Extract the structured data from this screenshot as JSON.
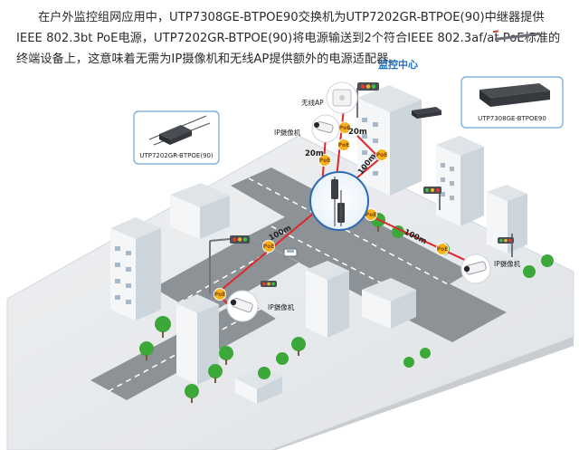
{
  "intro_text": "在户外监控组网应用中，UTP7308GE-BTPOE90交换机为UTP7202GR-BTPOE(90)中继器提供IEEE 802.3bt PoE电源，UTP7202GR-BTPOE(90)将电源输送到2个符合IEEE 802.3af/at PoE标准的终端设备上，这意味着无需为IP摄像机和无线AP提供额外的电源适配器。",
  "labels": {
    "monitoring_center": "监控中心",
    "switch_model": "UTP7308GE-BTPOE90",
    "repeater_model": "UTP7202GR-BTPOE(90)",
    "wireless_ap": "无线AP",
    "ip_camera": "IP摄像机",
    "poe_tag": "PoE"
  },
  "distances": {
    "d_20m_top": "20m",
    "d_20m_left": "20m",
    "d_100m_center": "100m",
    "d_100m_left": "100m",
    "d_100m_right": "100m"
  },
  "colors": {
    "cable": "#e0262a",
    "poe_tag": "#f6b21b",
    "monitoring_center_text": "#1d6fc0",
    "ground": "#e6e8ea",
    "road": "#8d9296",
    "building_face": "#f2f4f5",
    "building_window": "#a7b9c9",
    "tree": "#3da83a",
    "device_callout_border": "#6aa6d8"
  },
  "icons": [
    "wireless-ap-icon",
    "ip-camera-icon",
    "network-switch-icon",
    "poe-repeater-icon",
    "traffic-light-icon",
    "tree-icon",
    "car-icon",
    "building-icon"
  ]
}
